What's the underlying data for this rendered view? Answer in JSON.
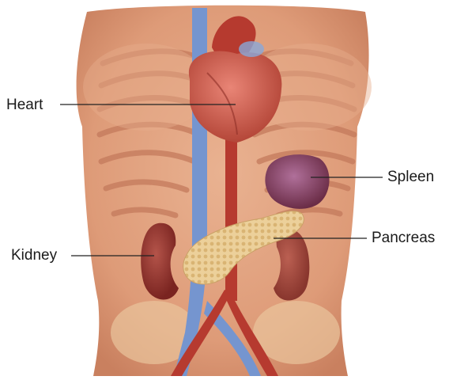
{
  "labels": {
    "heart": "Heart",
    "spleen": "Spleen",
    "kidney": "Kidney",
    "pancreas": "Pancreas"
  },
  "colors": {
    "background": "#ffffff",
    "skin": "#e4a683",
    "ribs": "#c97a5a",
    "heart": "#c8574a",
    "vein": "#6e8fc9",
    "artery": "#b8372e",
    "spleen": "#7a3a55",
    "kidney": "#8e2f2a",
    "pancreas": "#e8c98e",
    "leader_line": "#222222"
  }
}
